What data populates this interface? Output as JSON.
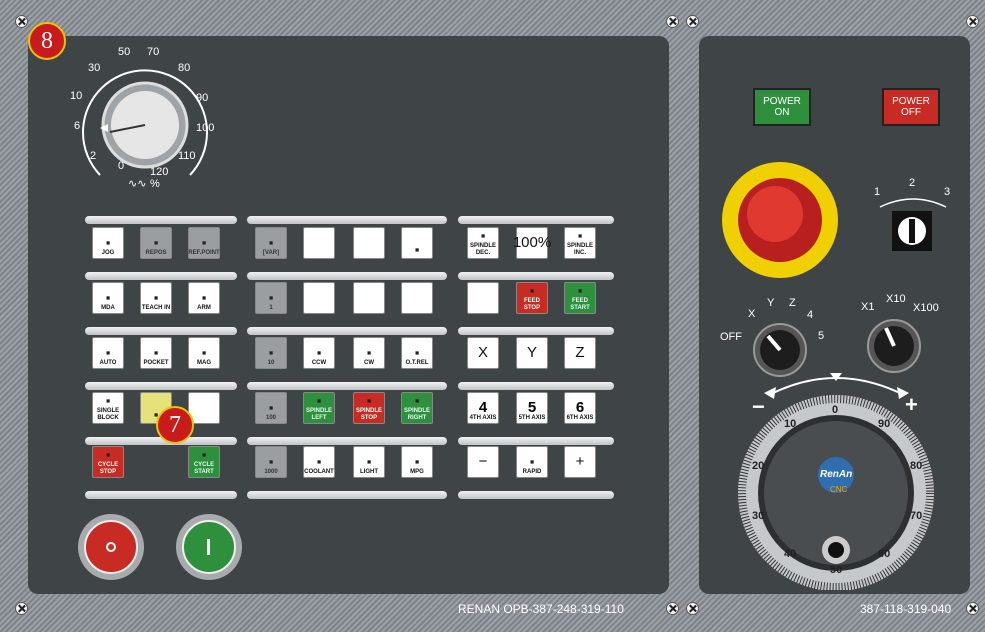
{
  "badges": {
    "top_left": "8",
    "handle": "7"
  },
  "override_dial": {
    "ticks": [
      "0",
      "2",
      "6",
      "10",
      "30",
      "50",
      "70",
      "80",
      "90",
      "100",
      "110",
      "120"
    ],
    "unit": "%"
  },
  "keypad": {
    "row1": [
      {
        "label": "JOG",
        "icon": "jog-wave-icon",
        "color": "white"
      },
      {
        "label": "REPOS",
        "icon": "repos-arrow-icon",
        "color": "gray"
      },
      {
        "label": "REF.POINT",
        "icon": "ref-point-icon",
        "color": "gray"
      },
      {
        "label": "[VAR]",
        "icon": "increment-arrow-icon",
        "color": "gray"
      },
      {
        "label": "",
        "icon": "",
        "color": "white"
      },
      {
        "label": "",
        "icon": "",
        "color": "white"
      },
      {
        "label": "",
        "icon": "split-icon",
        "color": "white"
      },
      {
        "label": "SPINDLE DEC.",
        "icon": "spindle-dec-icon",
        "color": "white"
      },
      {
        "label": "100%",
        "icon": "",
        "color": "white",
        "big": true
      },
      {
        "label": "SPINDLE INC.",
        "icon": "spindle-inc-icon",
        "color": "white"
      }
    ],
    "row2": [
      {
        "label": "MDA",
        "icon": "mda-icon",
        "color": "white"
      },
      {
        "label": "TEACH IN",
        "icon": "teach-in-icon",
        "color": "white"
      },
      {
        "label": "ARM",
        "icon": "arm-icon",
        "color": "white"
      },
      {
        "label": "1",
        "icon": "increment-arrow-icon",
        "color": "gray"
      },
      {
        "label": "",
        "icon": "",
        "color": "white"
      },
      {
        "label": "",
        "icon": "",
        "color": "white"
      },
      {
        "label": "",
        "icon": "",
        "color": "white"
      },
      {
        "label": "",
        "icon": "",
        "color": "white"
      },
      {
        "label": "FEED STOP",
        "icon": "feed-stop-icon",
        "color": "red"
      },
      {
        "label": "FEED START",
        "icon": "feed-start-icon",
        "color": "green"
      }
    ],
    "row3": [
      {
        "label": "AUTO",
        "icon": "auto-icon",
        "color": "white"
      },
      {
        "label": "POCKET",
        "icon": "pocket-icon",
        "color": "white"
      },
      {
        "label": "MAG",
        "icon": "mag-icon",
        "color": "white"
      },
      {
        "label": "10",
        "icon": "increment-arrow-icon",
        "color": "gray"
      },
      {
        "label": "CCW",
        "icon": "ccw-icon",
        "color": "white"
      },
      {
        "label": "CW",
        "icon": "cw-icon",
        "color": "white"
      },
      {
        "label": "O.T.REL",
        "icon": "ot-rel-icon",
        "color": "white"
      },
      {
        "label": "X",
        "icon": "",
        "color": "white",
        "big": true
      },
      {
        "label": "Y",
        "icon": "",
        "color": "white",
        "big": true
      },
      {
        "label": "Z",
        "icon": "",
        "color": "white",
        "big": true
      }
    ],
    "row4": [
      {
        "label": "SINGLE BLOCK",
        "icon": "single-block-icon",
        "color": "white"
      },
      {
        "label": "",
        "icon": "edit-icon",
        "color": "yellow"
      },
      {
        "label": "",
        "icon": "",
        "color": "white"
      },
      {
        "label": "100",
        "icon": "increment-arrow-icon",
        "color": "gray"
      },
      {
        "label": "SPINDLE LEFT",
        "icon": "spindle-left-icon",
        "color": "green"
      },
      {
        "label": "SPINDLE STOP",
        "icon": "spindle-stop-icon",
        "color": "red"
      },
      {
        "label": "SPINDLE RIGHT",
        "icon": "spindle-right-icon",
        "color": "green"
      },
      {
        "label": "4TH AXIS",
        "num": "4",
        "color": "white",
        "axis": true
      },
      {
        "label": "5TH AXIS",
        "num": "5",
        "color": "white",
        "axis": true
      },
      {
        "label": "6TH AXIS",
        "num": "6",
        "color": "white",
        "axis": true
      }
    ],
    "row5": [
      {
        "label": "CYCLE STOP",
        "icon": "cycle-stop-icon",
        "color": "red"
      },
      {
        "label": "CYCLE START",
        "icon": "cycle-start-icon",
        "color": "green"
      },
      {
        "label": "1000",
        "icon": "increment-arrow-icon",
        "color": "gray"
      },
      {
        "label": "COOLANT",
        "icon": "coolant-icon",
        "color": "white"
      },
      {
        "label": "LIGHT",
        "icon": "light-icon",
        "color": "white"
      },
      {
        "label": "MPG",
        "icon": "mpg-icon",
        "color": "white"
      },
      {
        "label": "−",
        "icon": "",
        "color": "white",
        "big": true
      },
      {
        "label": "RAPID",
        "icon": "rapid-icon",
        "color": "white"
      },
      {
        "label": "+",
        "icon": "",
        "color": "white",
        "big": true
      }
    ]
  },
  "right_panel": {
    "power_on": "POWER ON",
    "power_off": "POWER OFF",
    "key_switch": [
      "1",
      "2",
      "3"
    ],
    "axis_select": [
      "OFF",
      "X",
      "Y",
      "Z",
      "4",
      "5"
    ],
    "step_select": [
      "X1",
      "X10",
      "X100"
    ],
    "handwheel": {
      "brand": "RenAn",
      "sub": "CNC",
      "scale": [
        "0",
        "10",
        "20",
        "30",
        "40",
        "50",
        "60",
        "70",
        "80",
        "90"
      ],
      "minus": "−",
      "plus": "+"
    }
  },
  "footer": {
    "left_model": "RENAN OPB-387-248-319-110",
    "right_model": "387-118-319-040"
  },
  "colors": {
    "panel": "#3f4446",
    "green": "#2e8f3c",
    "red": "#c82a24",
    "estop_yellow": "#f0d000"
  }
}
